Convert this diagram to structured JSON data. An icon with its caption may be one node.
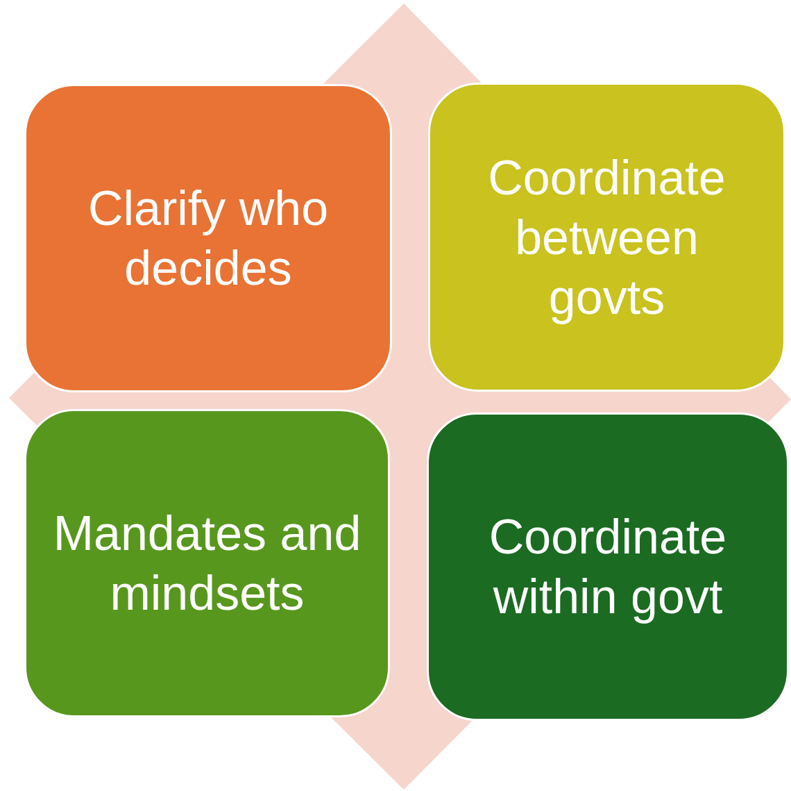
{
  "diagram": {
    "nodes": [
      {
        "text": [
          "Clarify who decides"
        ]
      },
      {
        "text": [
          "Coordinate between govts"
        ]
      },
      {
        "text": [
          "Mandates and mindsets"
        ]
      },
      {
        "text": [
          "Coordinate within govt"
        ]
      }
    ]
  }
}
